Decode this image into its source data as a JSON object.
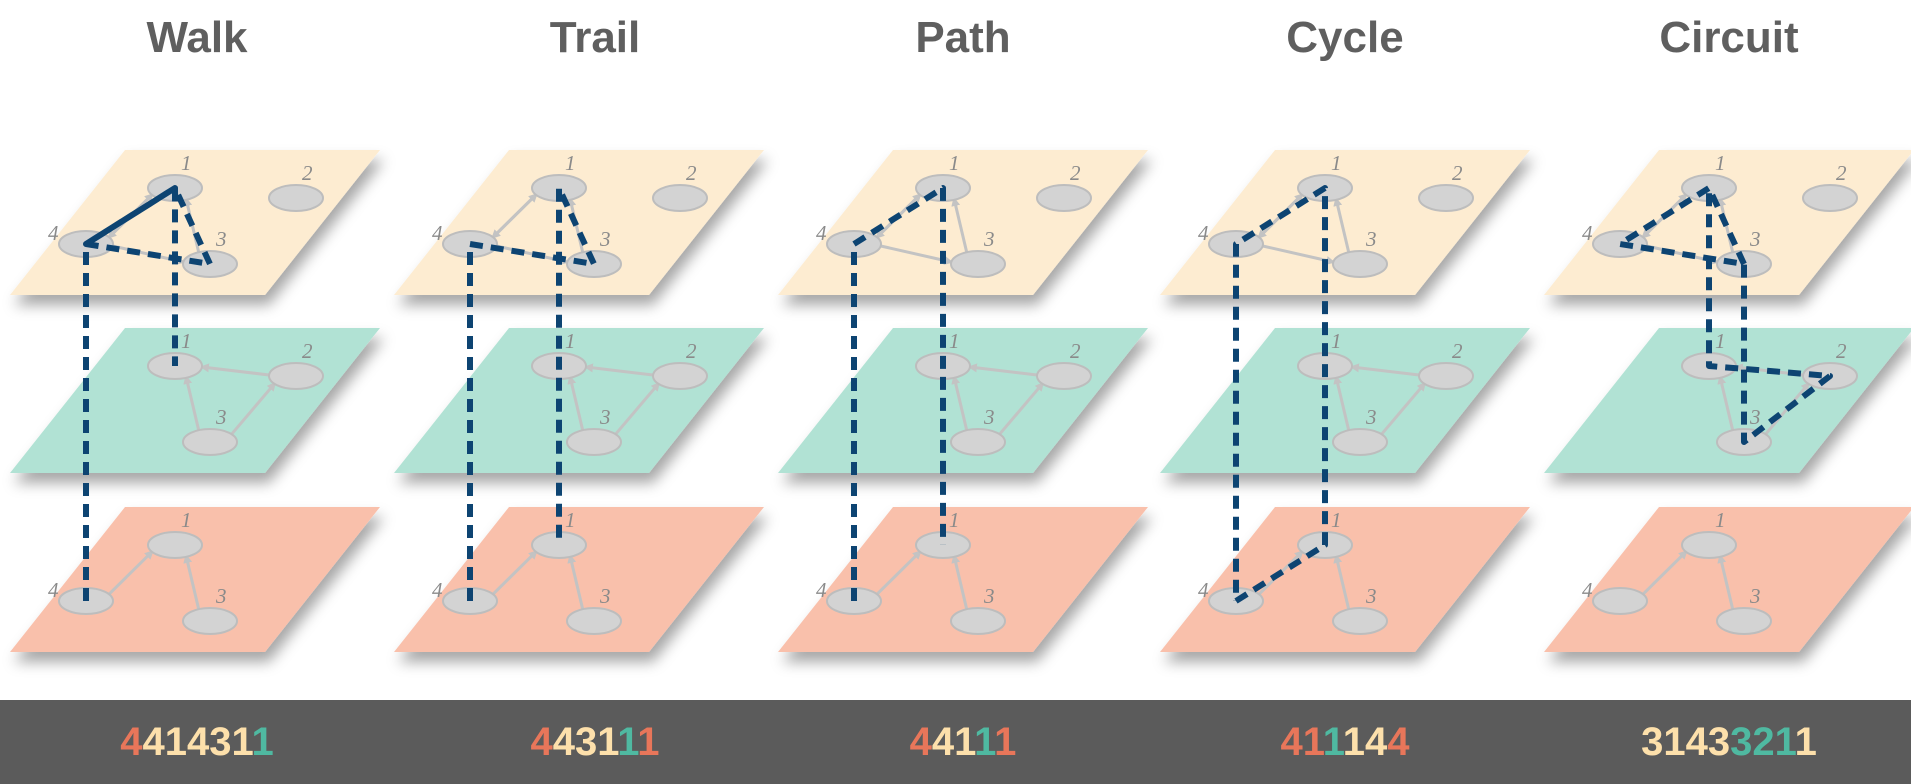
{
  "colors": {
    "layer_top": "#fdecd1",
    "layer_mid": "#b1e2d4",
    "layer_bottom": "#f9c0ab",
    "node_fill": "#d3d3d3",
    "edge": "#c3c3c3",
    "path": "#0d4472",
    "bar": "#5b5b5b",
    "digit_top": "#fde0ab",
    "digit_mid": "#4fb9a1",
    "digit_bottom": "#e8765a",
    "title": "#5f5f5f"
  },
  "panels": [
    {
      "title": "Walk",
      "sequence": [
        {
          "ch": "4",
          "layer": "bottom"
        },
        {
          "ch": "4",
          "layer": "top"
        },
        {
          "ch": "1",
          "layer": "top"
        },
        {
          "ch": "4",
          "layer": "top"
        },
        {
          "ch": "3",
          "layer": "top"
        },
        {
          "ch": "1",
          "layer": "top"
        },
        {
          "ch": "1",
          "layer": "mid"
        }
      ],
      "route": [
        [
          "bottom",
          "4"
        ],
        [
          "top",
          "4"
        ],
        [
          "top",
          "1"
        ],
        [
          "top",
          "4"
        ],
        [
          "top",
          "3"
        ],
        [
          "top",
          "1"
        ],
        [
          "mid",
          "1"
        ]
      ]
    },
    {
      "title": "Trail",
      "sequence": [
        {
          "ch": "4",
          "layer": "bottom"
        },
        {
          "ch": "4",
          "layer": "top"
        },
        {
          "ch": "3",
          "layer": "top"
        },
        {
          "ch": "1",
          "layer": "top"
        },
        {
          "ch": "1",
          "layer": "mid"
        },
        {
          "ch": "1",
          "layer": "bottom"
        }
      ],
      "route": [
        [
          "bottom",
          "4"
        ],
        [
          "top",
          "4"
        ],
        [
          "top",
          "3"
        ],
        [
          "top",
          "1"
        ],
        [
          "mid",
          "1"
        ],
        [
          "bottom",
          "1"
        ]
      ]
    },
    {
      "title": "Path",
      "sequence": [
        {
          "ch": "4",
          "layer": "bottom"
        },
        {
          "ch": "4",
          "layer": "top"
        },
        {
          "ch": "1",
          "layer": "top"
        },
        {
          "ch": "1",
          "layer": "mid"
        },
        {
          "ch": "1",
          "layer": "bottom"
        }
      ],
      "route": [
        [
          "bottom",
          "4"
        ],
        [
          "top",
          "4"
        ],
        [
          "top",
          "1"
        ],
        [
          "mid",
          "1"
        ],
        [
          "bottom",
          "1"
        ]
      ]
    },
    {
      "title": "Cycle",
      "sequence": [
        {
          "ch": "4",
          "layer": "bottom"
        },
        {
          "ch": "1",
          "layer": "bottom"
        },
        {
          "ch": "1",
          "layer": "mid"
        },
        {
          "ch": "1",
          "layer": "top"
        },
        {
          "ch": "4",
          "layer": "top"
        },
        {
          "ch": "4",
          "layer": "bottom"
        }
      ],
      "route": [
        [
          "bottom",
          "4"
        ],
        [
          "bottom",
          "1"
        ],
        [
          "mid",
          "1"
        ],
        [
          "top",
          "1"
        ],
        [
          "top",
          "4"
        ],
        [
          "bottom",
          "4"
        ]
      ]
    },
    {
      "title": "Circuit",
      "sequence": [
        {
          "ch": "3",
          "layer": "top"
        },
        {
          "ch": "1",
          "layer": "top"
        },
        {
          "ch": "4",
          "layer": "top"
        },
        {
          "ch": "3",
          "layer": "top"
        },
        {
          "ch": "3",
          "layer": "mid"
        },
        {
          "ch": "2",
          "layer": "mid"
        },
        {
          "ch": "1",
          "layer": "mid"
        },
        {
          "ch": "1",
          "layer": "top"
        }
      ],
      "route": [
        [
          "top",
          "3"
        ],
        [
          "top",
          "1"
        ],
        [
          "top",
          "4"
        ],
        [
          "top",
          "3"
        ],
        [
          "mid",
          "3"
        ],
        [
          "mid",
          "2"
        ],
        [
          "mid",
          "1"
        ],
        [
          "top",
          "1"
        ]
      ]
    }
  ],
  "layers": [
    {
      "key": "top",
      "nodes": [
        "1",
        "2",
        "3",
        "4"
      ],
      "edges": [
        [
          "1",
          "4"
        ],
        [
          "4",
          "1"
        ],
        [
          "3",
          "1"
        ],
        [
          "4",
          "3"
        ]
      ]
    },
    {
      "key": "mid",
      "nodes": [
        "1",
        "2",
        "3"
      ],
      "edges": [
        [
          "2",
          "1"
        ],
        [
          "3",
          "1"
        ],
        [
          "3",
          "2"
        ]
      ]
    },
    {
      "key": "bottom",
      "nodes": [
        "1",
        "3",
        "4"
      ],
      "edges": [
        [
          "4",
          "1"
        ],
        [
          "3",
          "1"
        ]
      ]
    }
  ]
}
